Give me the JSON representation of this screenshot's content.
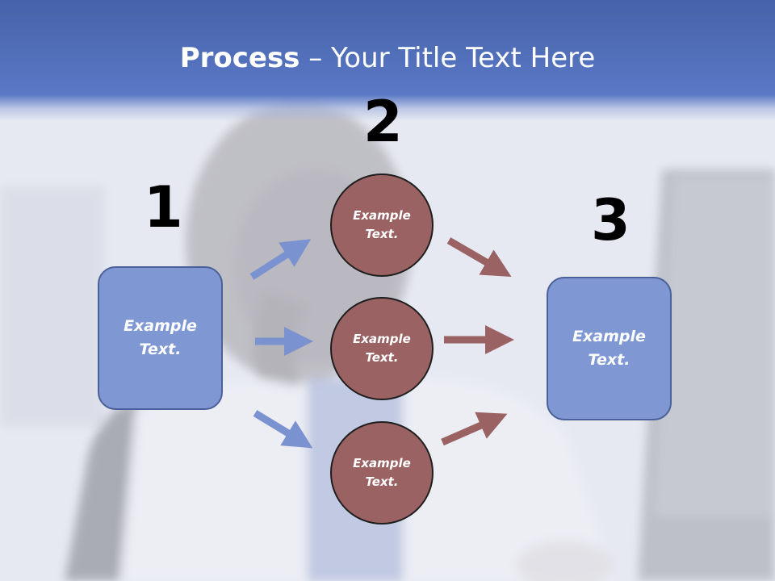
{
  "title": {
    "bold": "Process",
    "rest": " – Your Title Text Here"
  },
  "steps": {
    "one": "1",
    "two": "2",
    "three": "3"
  },
  "nodes": {
    "left_box": "Example Text.",
    "circle_top": "Example Text.",
    "circle_middle": "Example Text.",
    "circle_bottom": "Example Text.",
    "right_box": "Example Text."
  },
  "colors": {
    "header": "#5a78c6",
    "box_fill": "#7f98d4",
    "circle_fill": "#9a6262",
    "blue_arrow": "#7b92d0",
    "red_arrow": "#9a6262"
  }
}
